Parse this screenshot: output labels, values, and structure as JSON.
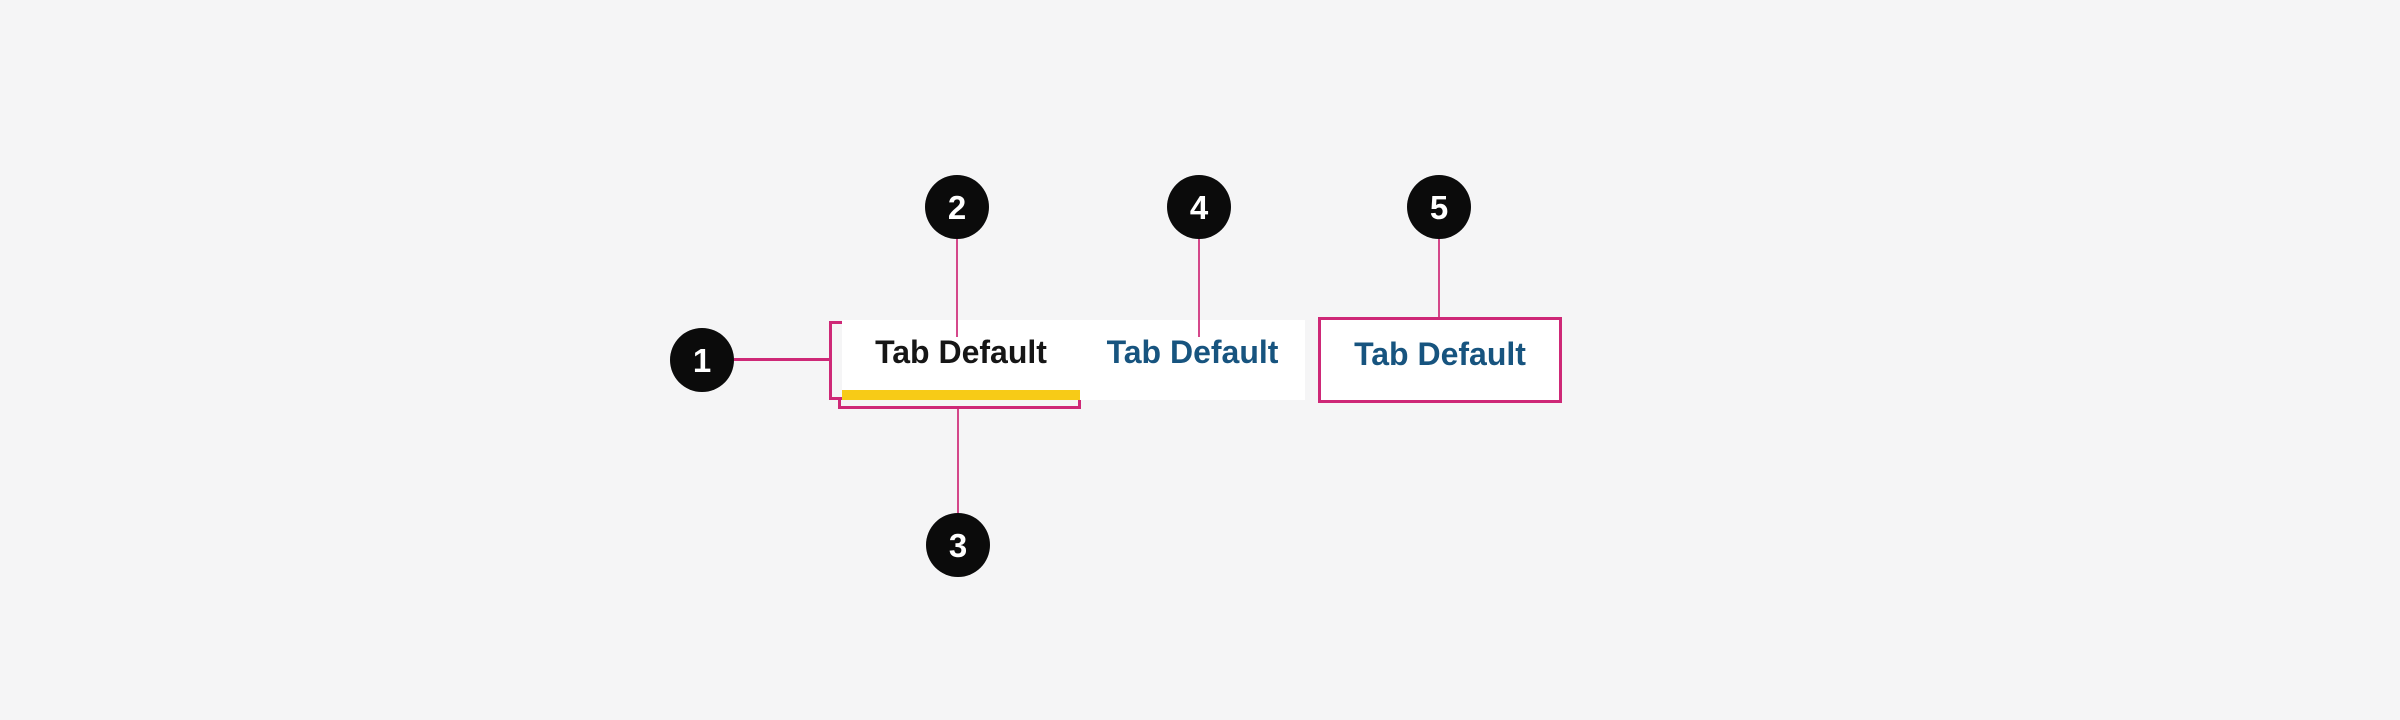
{
  "component": "tabs-annotated-spec",
  "colors": {
    "page_bg": "#f5f5f6",
    "tab_bar_bg": "#ffffff",
    "bar_border": "#dedede",
    "underline_yellow": "#f7cb17",
    "annotation_pink": "#ce2877",
    "tab_active_text": "#161616",
    "tab_default_text": "#17547f",
    "marker_bg": "#0b0b0b",
    "marker_text": "#ffffff"
  },
  "tabs": {
    "items": [
      {
        "label": "Tab Default",
        "state": "active"
      },
      {
        "label": "Tab Default",
        "state": "default"
      },
      {
        "label": "Tab Default",
        "state": "default-annotated"
      }
    ]
  },
  "markers": {
    "items": [
      {
        "number": "1"
      },
      {
        "number": "2"
      },
      {
        "number": "3"
      },
      {
        "number": "4"
      },
      {
        "number": "5"
      }
    ]
  }
}
